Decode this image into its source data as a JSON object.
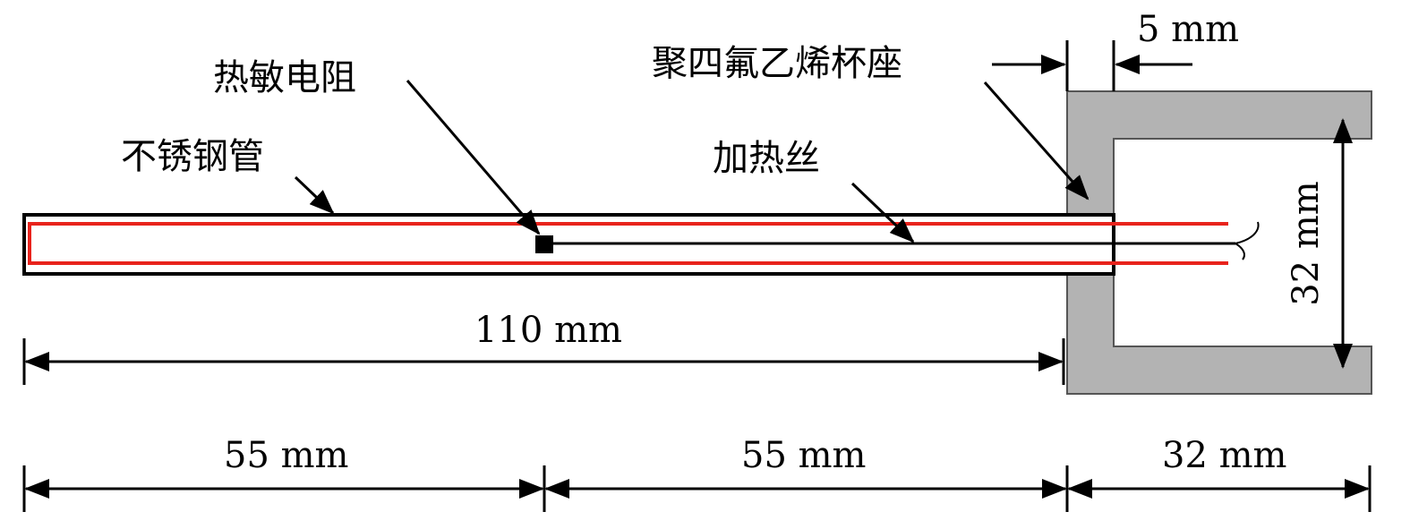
{
  "labels": {
    "thermistor": "热敏电阻",
    "steel_tube": "不锈钢管",
    "heater_wire": "加热丝",
    "ptfe_base": "聚四氟乙烯杯座",
    "wall_thickness": "5 mm",
    "cup_height": "32 mm",
    "tube_length": "110 mm",
    "segment_1": "55 mm",
    "segment_2": "55 mm",
    "segment_3": "32 mm"
  },
  "colors": {
    "stroke": "#000000",
    "heater": "#e8231c",
    "ptfe": "#b3b3b3",
    "background": "#ffffff"
  }
}
